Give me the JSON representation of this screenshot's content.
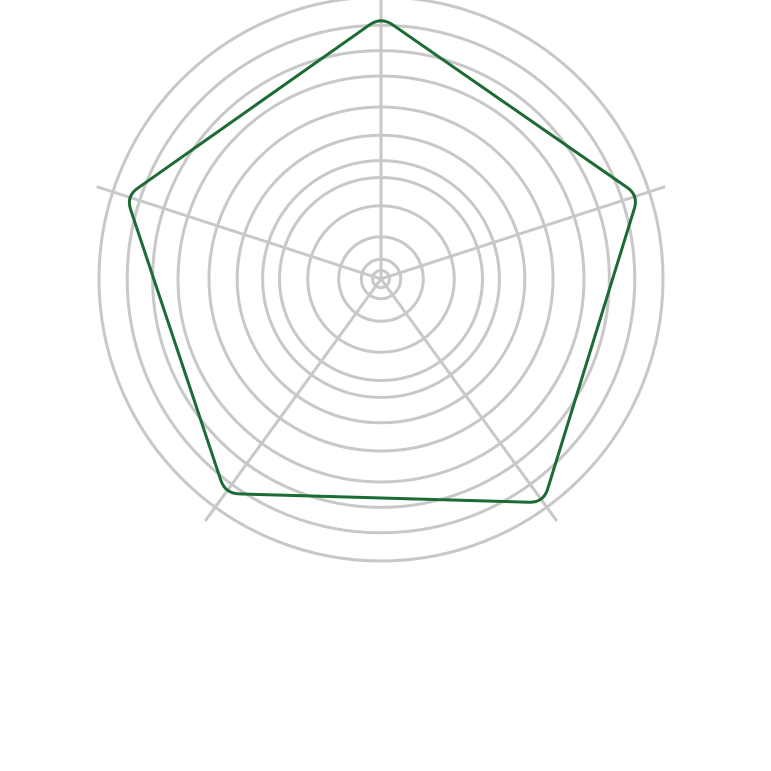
{
  "chart_data": {
    "type": "radar",
    "title": "",
    "axes": [
      "",
      "",
      "",
      "",
      ""
    ],
    "rings": [
      0.03,
      0.07,
      0.15,
      0.26,
      0.36,
      0.42,
      0.51,
      0.61,
      0.72,
      0.81,
      0.9,
      1.0
    ],
    "series": [
      {
        "values": [
          0.93,
          0.96,
          0.98,
          0.94,
          0.95
        ],
        "color": "#1b6b33"
      }
    ],
    "grid_color": "#c8c8c8",
    "background": "#ffffff"
  }
}
